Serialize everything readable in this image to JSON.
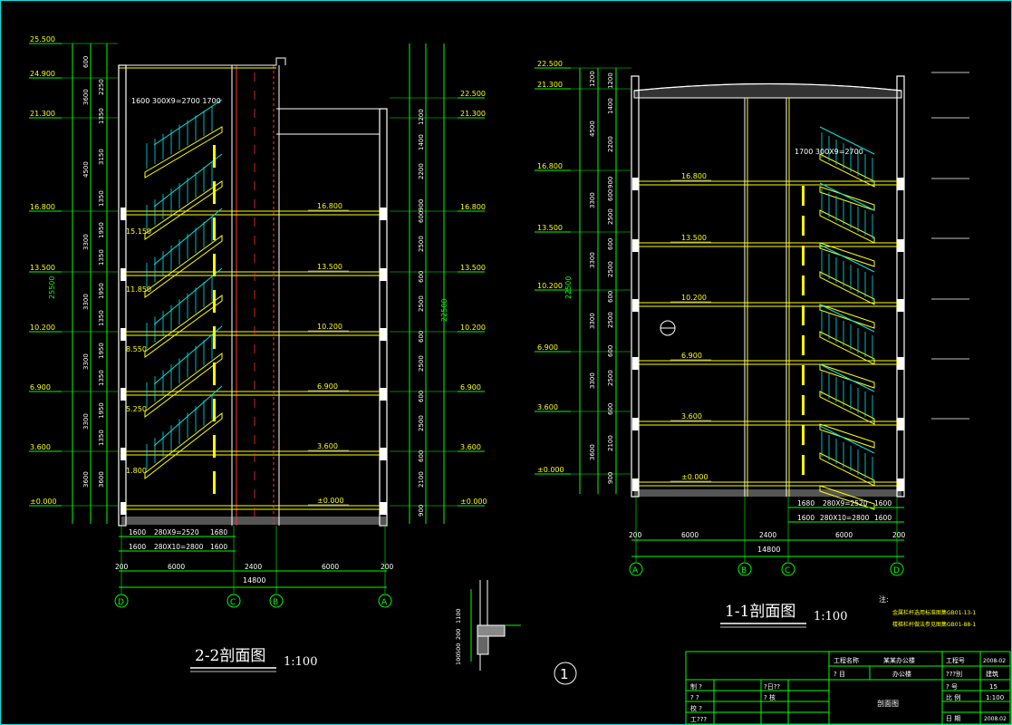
{
  "drawing": {
    "section_2_2": {
      "title": "2-2剖面图",
      "scale": "1:100",
      "elev_left": [
        "25.500",
        "24.900",
        "21.300",
        "16.800",
        "13.500",
        "10.200",
        "6.900",
        "3.600",
        "±0.000"
      ],
      "elev_right": [
        "22.500",
        "21.300",
        "16.800",
        "13.500",
        "10.200",
        "6.900",
        "3.600",
        "±0.000"
      ],
      "floor_labels": [
        "16.800",
        "13.500",
        "10.200",
        "6.900",
        "3.600",
        "±0.000"
      ],
      "landing_labels": [
        "15.150",
        "11.850",
        "8.550",
        "5.250",
        "1.800"
      ],
      "total_height": "25500",
      "total_height_right": "22500",
      "dims_left_outer": [
        "600",
        "3600",
        "4500",
        "3300",
        "3300",
        "3300",
        "3300",
        "3600"
      ],
      "dims_left_inner": [
        "2250",
        "1350",
        "3150",
        "1350",
        "1950",
        "1350",
        "1950",
        "1350",
        "1950",
        "1350",
        "1950",
        "1350",
        "3600"
      ],
      "dims_right": [
        "1200",
        "1400",
        "2200",
        "900",
        "600",
        "2500",
        "600",
        "2500",
        "600",
        "2500",
        "600",
        "2500",
        "600",
        "2100",
        "900"
      ],
      "stair_top": "1600    300X9=2700    1700",
      "dim_row1": [
        "1600",
        "280X9=2520",
        "1680"
      ],
      "dim_row2": [
        "1600",
        "280X10=2800",
        "1600"
      ],
      "dim_row3": [
        "200",
        "6000",
        "2400",
        "6000",
        "200"
      ],
      "total_width": "14800",
      "axes": [
        "D",
        "C",
        "B",
        "A"
      ]
    },
    "section_1_1": {
      "title": "1-1剖面图",
      "scale": "1:100",
      "elev_left": [
        "22.500",
        "21.300",
        "16.800",
        "13.500",
        "10.200",
        "6.900",
        "3.600",
        "±0.000"
      ],
      "floor_labels": [
        "16.800",
        "13.500",
        "10.200",
        "6.900",
        "3.600",
        "±0.000"
      ],
      "total_height": "22500",
      "dims_left_outer": [
        "1200",
        "4500",
        "3300",
        "3300",
        "3300",
        "3300",
        "3600"
      ],
      "dims_left_inner": [
        "1200",
        "1400",
        "2200",
        "900",
        "600",
        "2500",
        "600",
        "2500",
        "600",
        "2500",
        "600",
        "2500",
        "600",
        "2100",
        "900"
      ],
      "stair_top": "1700    300X9=2700",
      "dim_row1": [
        "1680",
        "280X9=2520",
        "1600"
      ],
      "dim_row2": [
        "1600",
        "280X10=2800",
        "1600"
      ],
      "dim_row3": [
        "200",
        "6000",
        "2400",
        "6000",
        "200"
      ],
      "total_width": "14800",
      "axes": [
        "A",
        "B",
        "C",
        "D"
      ]
    },
    "detail": {
      "marker": "1",
      "dims": [
        "1100",
        "200",
        "500",
        "100"
      ]
    },
    "notes": {
      "label": "注:",
      "line1": "金属栏杆选用标准图集GB01-13-1",
      "line2": "楼梯栏杆做法参见图集GB01-88-1"
    },
    "title_block": {
      "project_name_label": "工程名称",
      "project_name": "某某办公楼",
      "project_no_label": "工程号",
      "project_no": "2008-02",
      "item_label": "?  目",
      "item": "办公楼",
      "sheet_label": "???别",
      "sheet": "建筑",
      "drawing_name": "剖面图",
      "rows_left": [
        "制  ?",
        "?  ?",
        "校  ?",
        "工???"
      ],
      "rows_mid": [
        "?日??",
        "?  核"
      ],
      "no_label": "?  号",
      "no": "15",
      "scale_label": "比  例",
      "scale": "1:100",
      "date_label": "日  期",
      "date": "2008.02"
    },
    "colors": {
      "background": "#000000",
      "frame": "#00e5e5",
      "dims": "#00ff00",
      "walls": "#ffffff",
      "stairs": "#00e5e5",
      "slabs": "#ffff00",
      "red": "#ff3333"
    }
  }
}
